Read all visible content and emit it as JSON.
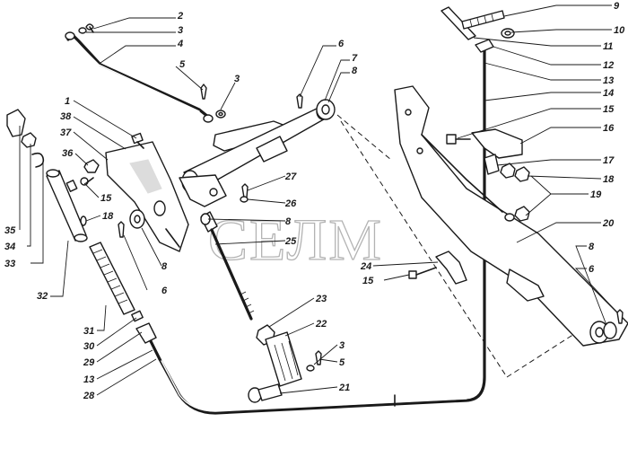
{
  "watermark": "СЕЛМ",
  "callouts": [
    {
      "id": "c2",
      "text": "2"
    },
    {
      "id": "c3a",
      "text": "3"
    },
    {
      "id": "c4",
      "text": "4"
    },
    {
      "id": "c5a",
      "text": "5"
    },
    {
      "id": "c3b",
      "text": "3"
    },
    {
      "id": "c6a",
      "text": "6"
    },
    {
      "id": "c7",
      "text": "7"
    },
    {
      "id": "c8a",
      "text": "8"
    },
    {
      "id": "c1",
      "text": "1"
    },
    {
      "id": "c38",
      "text": "38"
    },
    {
      "id": "c37",
      "text": "37"
    },
    {
      "id": "c36",
      "text": "36"
    },
    {
      "id": "c15a",
      "text": "15"
    },
    {
      "id": "c18a",
      "text": "18"
    },
    {
      "id": "c35",
      "text": "35"
    },
    {
      "id": "c34",
      "text": "34"
    },
    {
      "id": "c33",
      "text": "33"
    },
    {
      "id": "c32",
      "text": "32"
    },
    {
      "id": "c8b",
      "text": "8"
    },
    {
      "id": "c6b",
      "text": "6"
    },
    {
      "id": "c27",
      "text": "27"
    },
    {
      "id": "c26",
      "text": "26"
    },
    {
      "id": "c8c",
      "text": "8"
    },
    {
      "id": "c25",
      "text": "25"
    },
    {
      "id": "c31",
      "text": "31"
    },
    {
      "id": "c30",
      "text": "30"
    },
    {
      "id": "c29",
      "text": "29"
    },
    {
      "id": "c13a",
      "text": "13"
    },
    {
      "id": "c28",
      "text": "28"
    },
    {
      "id": "c23",
      "text": "23"
    },
    {
      "id": "c22",
      "text": "22"
    },
    {
      "id": "c3c",
      "text": "3"
    },
    {
      "id": "c5b",
      "text": "5"
    },
    {
      "id": "c21",
      "text": "21"
    },
    {
      "id": "c9",
      "text": "9"
    },
    {
      "id": "c10",
      "text": "10"
    },
    {
      "id": "c11",
      "text": "11"
    },
    {
      "id": "c12",
      "text": "12"
    },
    {
      "id": "c13b",
      "text": "13"
    },
    {
      "id": "c14",
      "text": "14"
    },
    {
      "id": "c15b",
      "text": "15"
    },
    {
      "id": "c16",
      "text": "16"
    },
    {
      "id": "c17",
      "text": "17"
    },
    {
      "id": "c18b",
      "text": "18"
    },
    {
      "id": "c19",
      "text": "19"
    },
    {
      "id": "c20",
      "text": "20"
    },
    {
      "id": "c24",
      "text": "24"
    },
    {
      "id": "c15c",
      "text": "15"
    },
    {
      "id": "c8d",
      "text": "8"
    },
    {
      "id": "c6c",
      "text": "6"
    }
  ]
}
